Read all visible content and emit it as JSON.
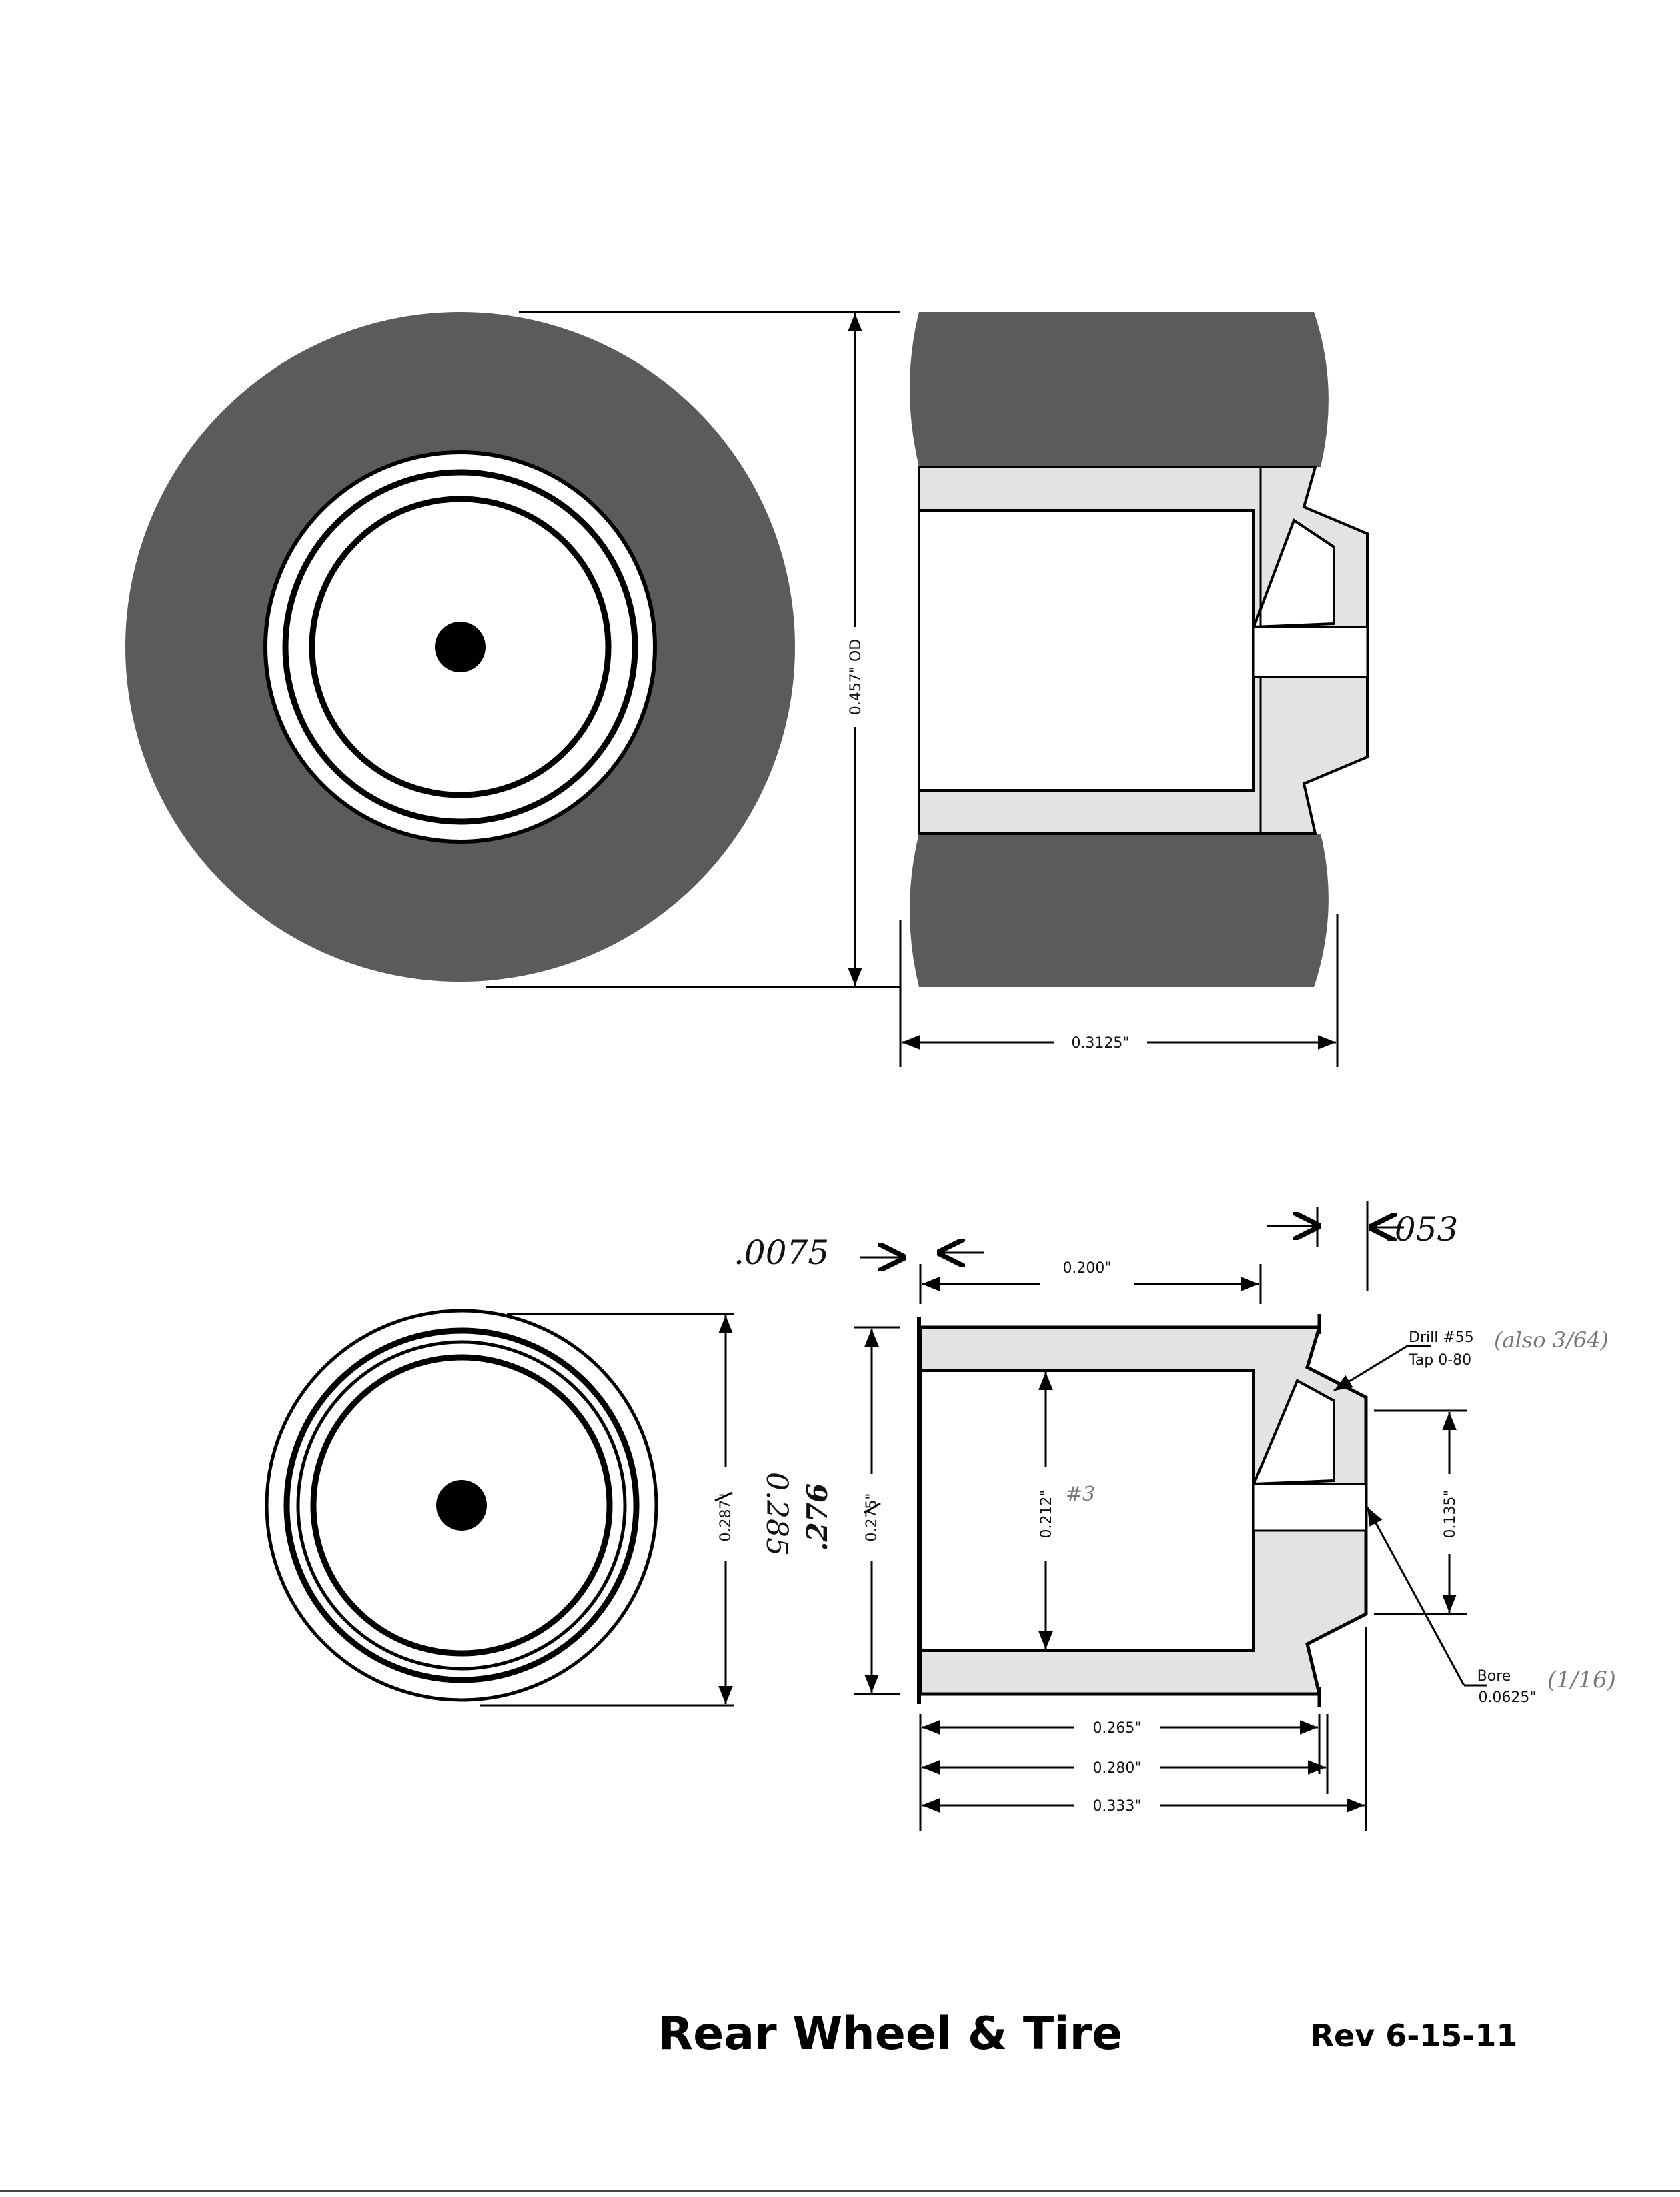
{
  "colors": {
    "tire": "#5b5b5b",
    "hub": "#e3e3e3",
    "ink": "#000000",
    "paper": "#ffffff"
  },
  "upper_view": {
    "od_label": "0.457\" OD",
    "width_label": "0.3125\""
  },
  "lower_view": {
    "dims": {
      "top_width": "0.200\"",
      "bore_height": "0.212\"",
      "hub_height": "0.135\"",
      "w1": "0.265\"",
      "w2": "0.280\"",
      "w3": "0.333\"",
      "od_printed": "0.287\"",
      "rim_printed": "0.275\""
    },
    "notes": {
      "drill_line1": "Drill #55",
      "drill_line2": "Tap 0-80",
      "bore_line1": "Bore",
      "bore_line2": "0.0625\""
    },
    "handwritten": {
      "gap_left": ".0075",
      "gap_right": ".053",
      "od_correction": "0.285",
      "rim_correction": ".276",
      "bore_mark": "#3",
      "also": "(also 3/64)",
      "bore_fraction": "(1/16)"
    }
  },
  "footer": {
    "title": "Rear Wheel & Tire",
    "revision": "Rev 6-15-11"
  }
}
